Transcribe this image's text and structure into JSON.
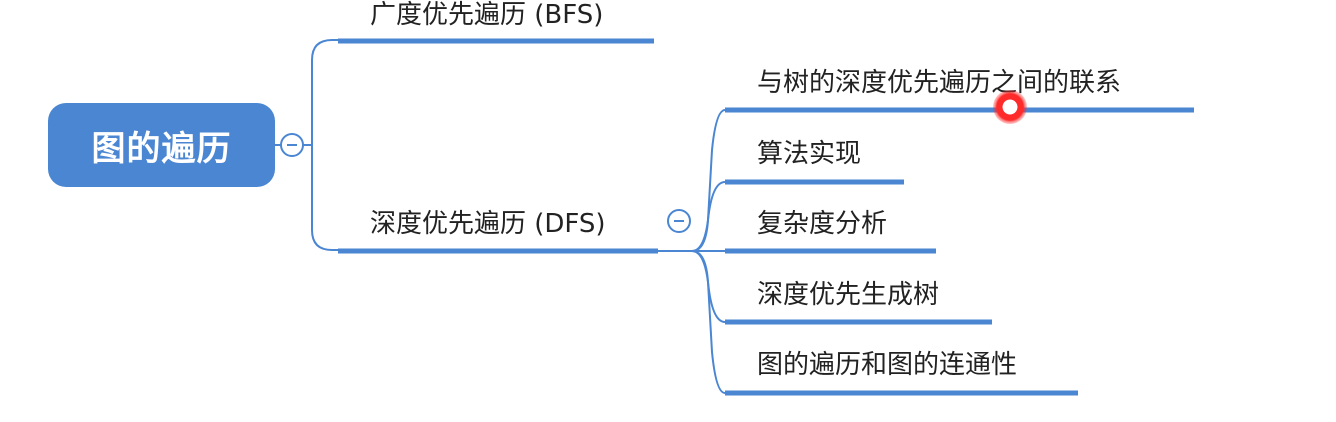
{
  "mindmap": {
    "root": {
      "label": "图的遍历"
    },
    "branches": [
      {
        "label": "广度优先遍历 (BFS)",
        "children": []
      },
      {
        "label": "深度优先遍历 (DFS)",
        "children": [
          {
            "label": "与树的深度优先遍历之间的联系"
          },
          {
            "label": "算法实现"
          },
          {
            "label": "复杂度分析"
          },
          {
            "label": "深度优先生成树"
          },
          {
            "label": "图的遍历和图的连通性"
          }
        ]
      }
    ]
  },
  "colors": {
    "accent": "#4a86d2",
    "text": "#222222",
    "background": "#ffffff",
    "pointer": "#ff2a2a"
  },
  "icons": {
    "collapse": "minus-circle-icon",
    "pointer": "pointer-dot-icon"
  }
}
